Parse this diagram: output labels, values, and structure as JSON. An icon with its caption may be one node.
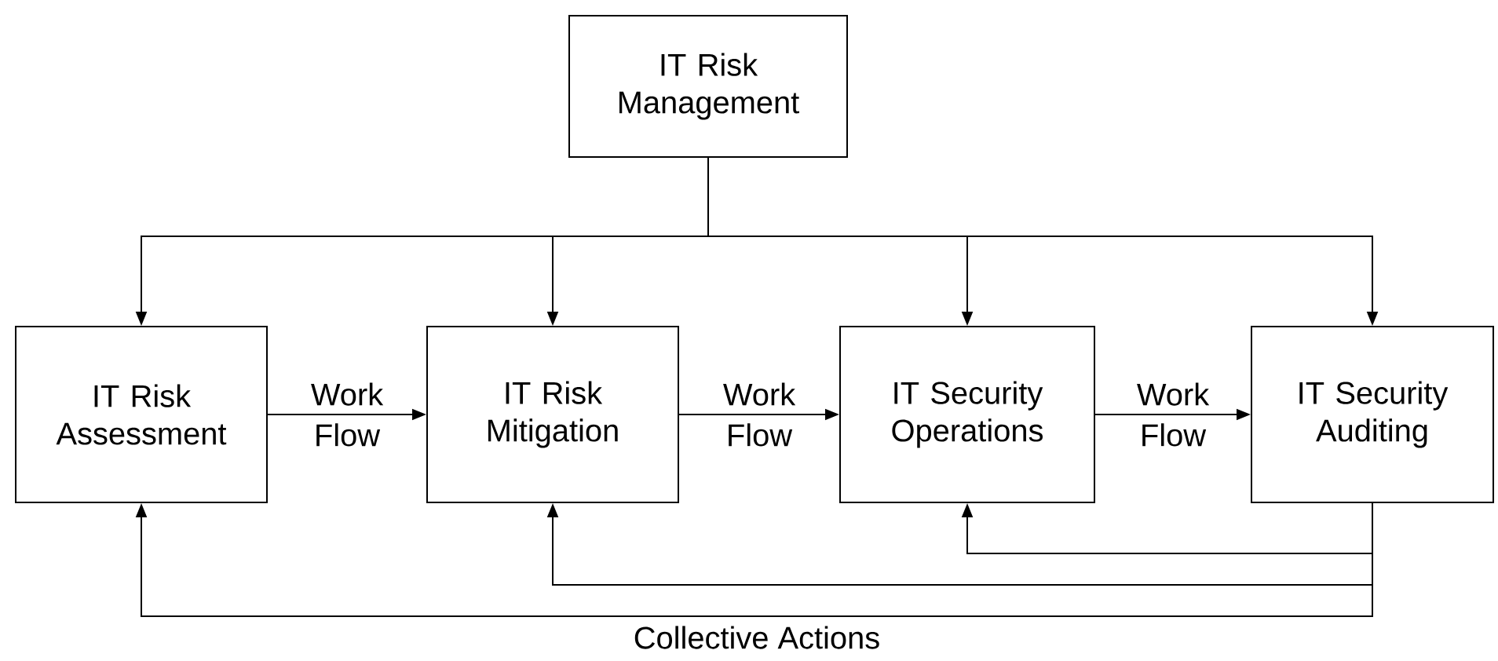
{
  "diagram": {
    "nodes": [
      {
        "text": [
          "IT Risk Management"
        ]
      },
      {
        "text": [
          "IT Risk Assessment"
        ]
      },
      {
        "text": [
          "IT Risk Mitigation"
        ]
      },
      {
        "text": [
          "IT Security Operations"
        ]
      },
      {
        "text": [
          "IT Security Auditing"
        ]
      }
    ],
    "edges": [
      {
        "from": 0,
        "to": 1,
        "arrow": "to"
      },
      {
        "from": 0,
        "to": 2,
        "arrow": "to"
      },
      {
        "from": 0,
        "to": 3,
        "arrow": "to"
      },
      {
        "from": 0,
        "to": 4,
        "arrow": "to"
      },
      {
        "from": 1,
        "to": 2,
        "arrow": "to",
        "label": "Work Flow"
      },
      {
        "from": 2,
        "to": 3,
        "arrow": "to",
        "label": "Work Flow"
      },
      {
        "from": 3,
        "to": 4,
        "arrow": "to",
        "label": "Work Flow"
      },
      {
        "from": 4,
        "to": 3,
        "arrow": "to"
      },
      {
        "from": 4,
        "to": 2,
        "arrow": "to"
      },
      {
        "from": 4,
        "to": 1,
        "arrow": "to"
      }
    ],
    "labels": [
      "Collective Actions"
    ]
  }
}
